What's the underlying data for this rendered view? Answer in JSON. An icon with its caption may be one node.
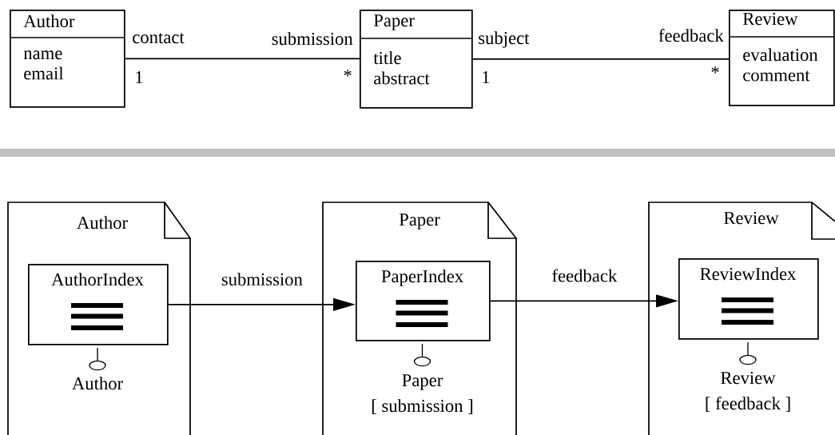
{
  "diagram": {
    "nodes": [
      {
        "text": [
          "Author",
          "name email"
        ]
      },
      {
        "text": [
          "Paper",
          "title abstract"
        ]
      },
      {
        "text": [
          "Review",
          "evaluation comment"
        ]
      },
      {
        "text": [
          "Author"
        ]
      },
      {
        "text": [
          "AuthorIndex"
        ],
        "in": 3,
        "beside": [
          "Author"
        ]
      },
      {
        "text": [
          "Paper"
        ]
      },
      {
        "text": [
          "PaperIndex"
        ],
        "in": 5,
        "beside": [
          "Paper",
          "[ submission ]"
        ]
      },
      {
        "text": [
          "Review"
        ]
      },
      {
        "text": [
          "ReviewIndex"
        ],
        "in": 7,
        "beside": [
          "Review",
          "[ feedback ]"
        ]
      }
    ],
    "edges": [
      {
        "from": 0,
        "to": 1,
        "arrow": "none"
      },
      {
        "from": 1,
        "to": 2,
        "arrow": "none"
      },
      {
        "from": 4,
        "to": 6,
        "arrow": "to",
        "label": "submission"
      },
      {
        "from": 6,
        "to": 8,
        "arrow": "to",
        "label": "feedback"
      }
    ],
    "labels": [
      "contact",
      "1",
      "submission",
      "*",
      "subject",
      "1",
      "feedback",
      "*"
    ]
  }
}
